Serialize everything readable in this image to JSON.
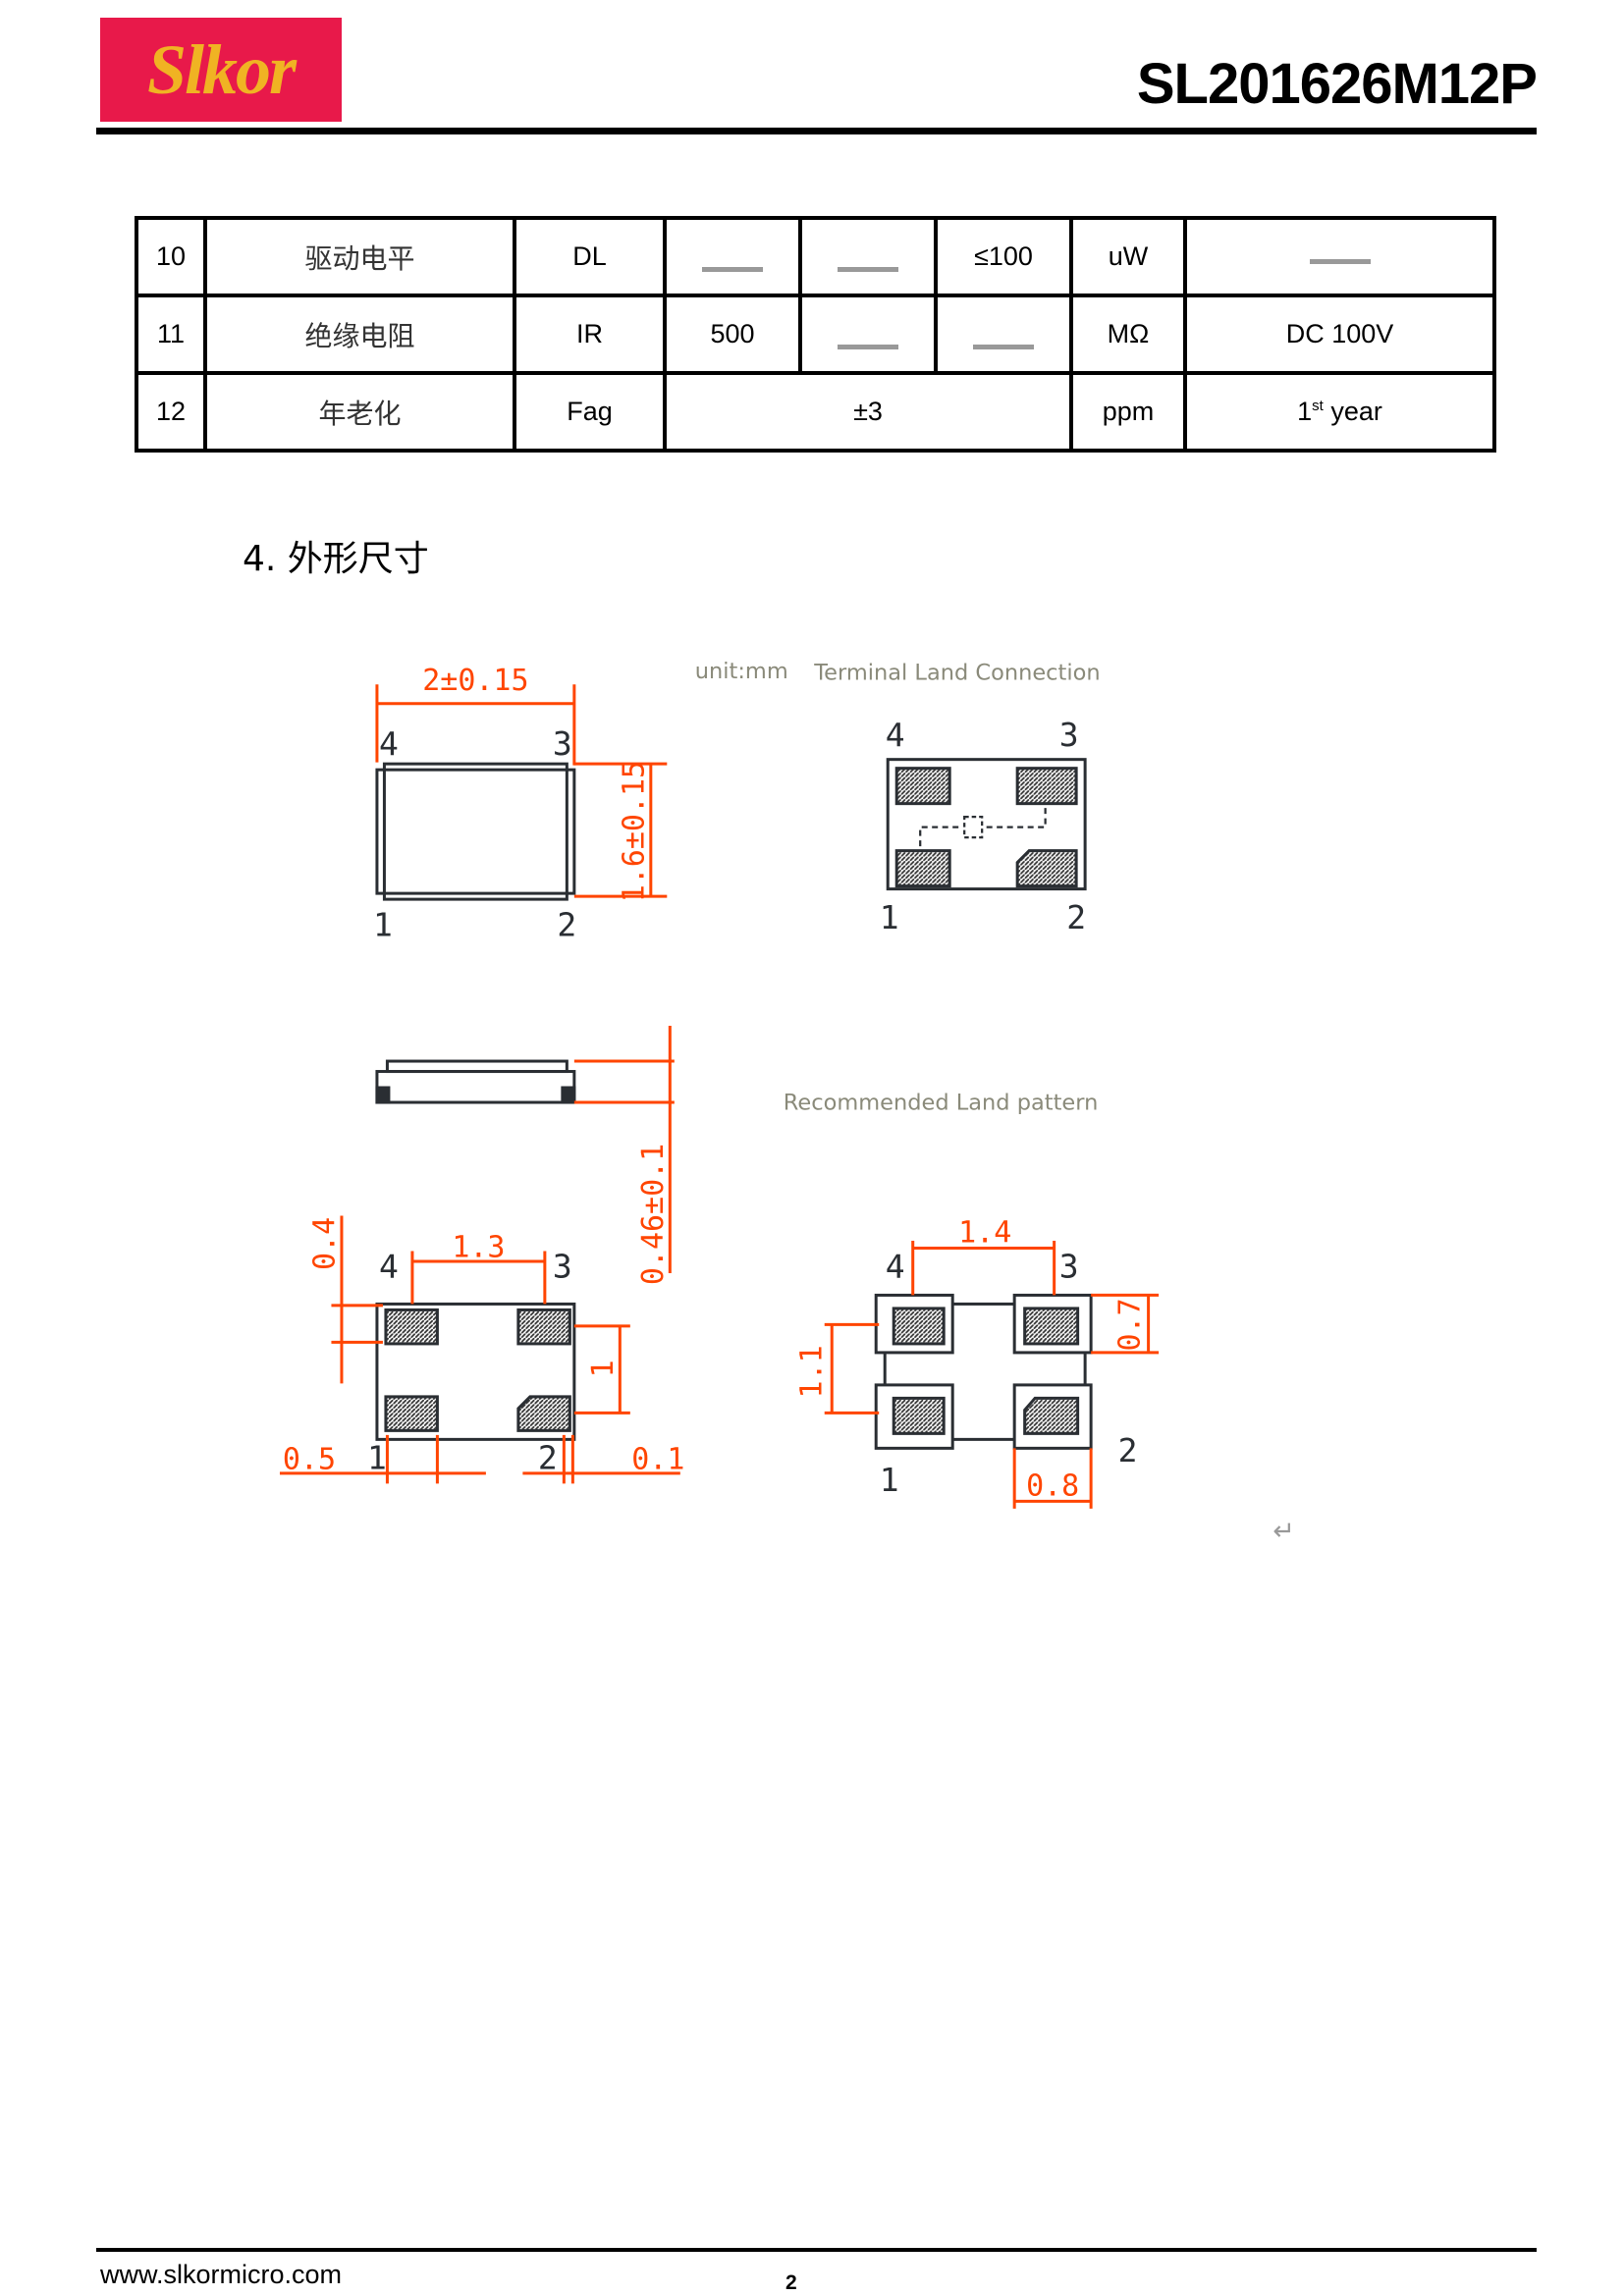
{
  "header": {
    "logo_text": "Slkor",
    "doc_title": "SL201626M12P",
    "colors": {
      "logo_bg": "#E8194A",
      "logo_text": "#F0B323",
      "dimension": "#FF4500"
    }
  },
  "table": {
    "rows": [
      {
        "no": "10",
        "name": "驱动电平",
        "symbol": "DL",
        "min": "—",
        "typ": "—",
        "max": "≤100",
        "unit": "uW",
        "condition": "—"
      },
      {
        "no": "11",
        "name": "绝缘电阻",
        "symbol": "IR",
        "min": "500",
        "typ": "—",
        "max": "—",
        "unit": "MΩ",
        "condition": "DC 100V"
      },
      {
        "no": "12",
        "name": "年老化",
        "symbol": "Fag",
        "value": "±3",
        "unit": "ppm",
        "condition_num": "1",
        "condition_sup": "st",
        "condition_text": " year"
      }
    ]
  },
  "section": {
    "title": "4. 外形尺寸"
  },
  "drawing": {
    "unit": "unit:mm",
    "terminal_title": "Terminal Land Connection",
    "land_title": "Recommended Land pattern",
    "top_view": {
      "width": "2±0.15",
      "height": "1.6±0.15",
      "pins": [
        "1",
        "2",
        "3",
        "4"
      ]
    },
    "side_view": {
      "thickness": "0.46±0.1"
    },
    "bottom_view": {
      "pitch": "1.3",
      "pad_h": "0.4",
      "pad_pitch_v": "1",
      "edge": "0.5",
      "gap": "0.1",
      "pins": [
        "1",
        "2",
        "3",
        "4"
      ]
    },
    "land_pattern": {
      "pitch": "1.4",
      "pitch_v": "1.1",
      "pad_h": "0.7",
      "pad_w": "0.8",
      "pins": [
        "1",
        "2",
        "3",
        "4"
      ]
    },
    "terminal_pins": [
      "1",
      "2",
      "3",
      "4"
    ],
    "return_symbol": "↵"
  },
  "footer": {
    "url": "www.slkormicro.com",
    "page": "2"
  }
}
